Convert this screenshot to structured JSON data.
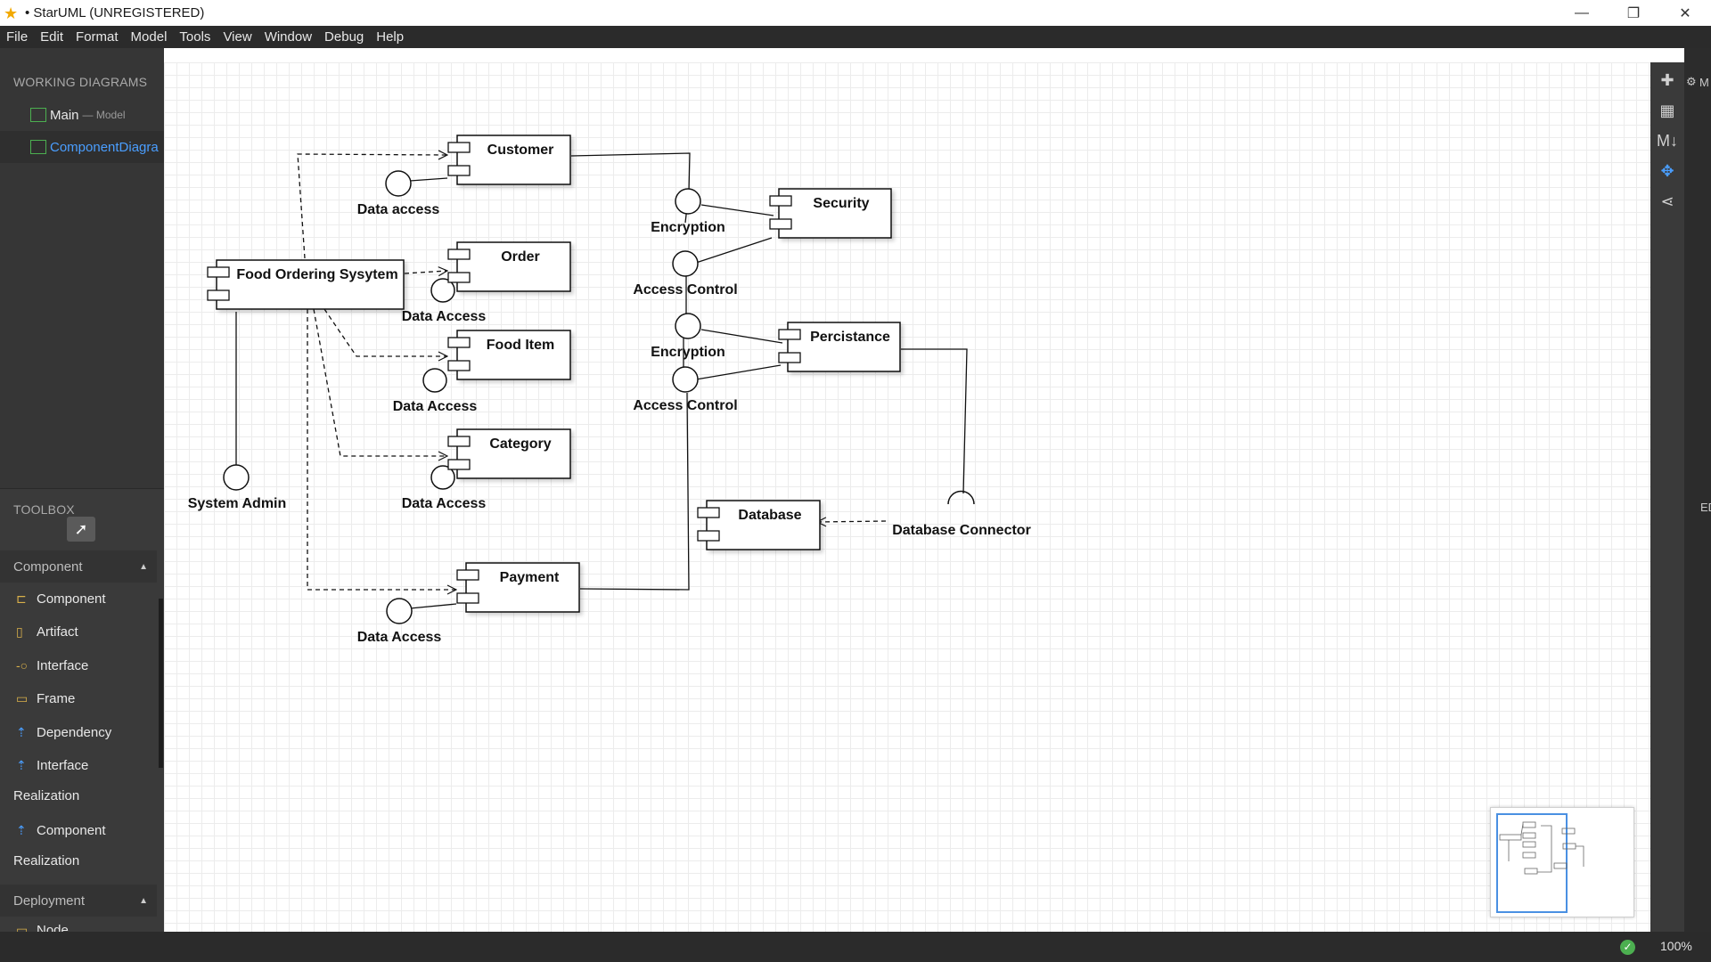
{
  "window": {
    "title": "• StarUML (UNREGISTERED)",
    "minimize": "—",
    "restore": "❐",
    "close": "✕"
  },
  "menu": [
    "File",
    "Edit",
    "Format",
    "Model",
    "Tools",
    "View",
    "Window",
    "Debug",
    "Help"
  ],
  "working_diagrams": {
    "title": "WORKING DIAGRAMS",
    "items": [
      {
        "label": "Main",
        "sub": "— Model"
      },
      {
        "label": "ComponentDiagra",
        "sub": ""
      }
    ]
  },
  "toolbox": {
    "title": "TOOLBOX",
    "groups": [
      {
        "label": "Component",
        "arrow": "▲"
      },
      {
        "label": "Deployment",
        "arrow": "▲"
      }
    ],
    "items": [
      {
        "label": "Component",
        "icon": "component-icon"
      },
      {
        "label": "Artifact",
        "icon": "artifact-icon"
      },
      {
        "label": "Interface",
        "icon": "interface-icon"
      },
      {
        "label": "Frame",
        "icon": "frame-icon"
      },
      {
        "label": "Dependency",
        "icon": "dependency-icon"
      },
      {
        "label": "Interface",
        "label2": "Realization",
        "icon": "interface-realization-icon"
      },
      {
        "label": "Component",
        "label2": "Realization",
        "icon": "component-realization-icon"
      },
      {
        "label": "Node",
        "icon": "node-icon"
      }
    ]
  },
  "right_panel": {
    "label_top": "M",
    "label_mid": "ED"
  },
  "status": {
    "zoom": "100%"
  },
  "diagram": {
    "components": {
      "customer": "Customer",
      "order": "Order",
      "food_item": "Food Item",
      "category": "Category",
      "payment": "Payment",
      "food_ordering": "Food Ordering Sysytem",
      "security": "Security",
      "persistance": "Percistance",
      "database": "Database"
    },
    "interfaces": {
      "data_access_customer": "Data access",
      "data_access_order": "Data Access",
      "data_access_food": "Data Access",
      "data_access_category": "Data Access",
      "data_access_payment": "Data Access",
      "system_admin": "System Admin",
      "encryption_1": "Encryption",
      "access_control_1": "Access Control",
      "encryption_2": "Encryption",
      "access_control_2": "Access Control",
      "db_connector": "Database Connector"
    }
  }
}
